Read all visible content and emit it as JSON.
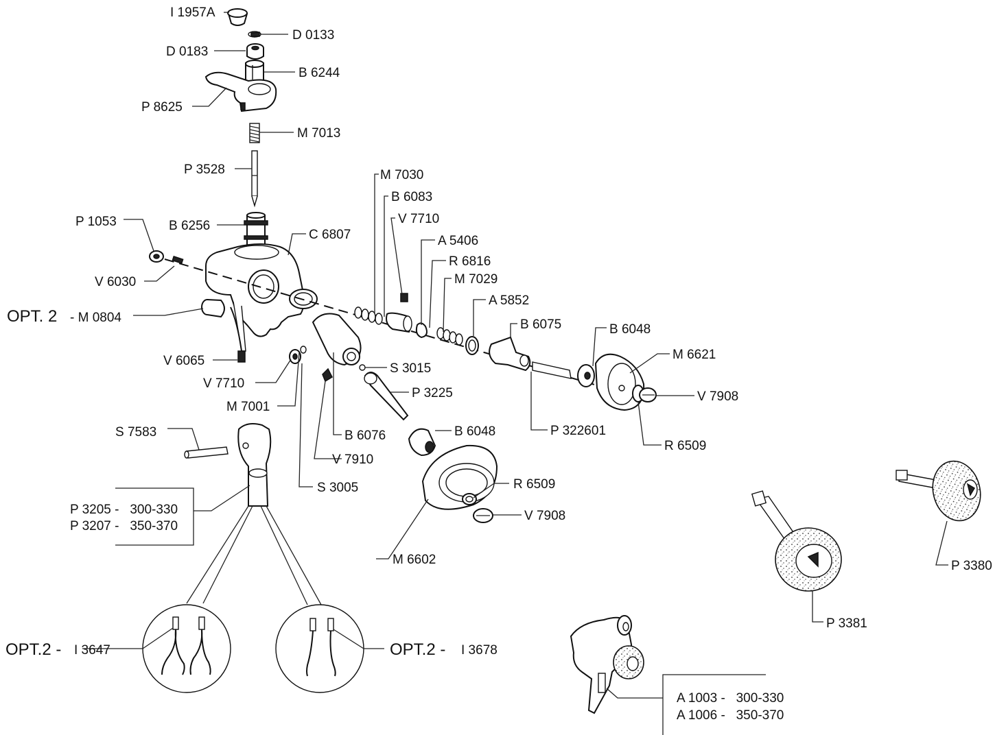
{
  "labels": {
    "i1957a": "I 1957A",
    "d0133": "D 0133",
    "d0183": "D 0183",
    "b6244": "B 6244",
    "p8625": "P 8625",
    "m7013": "M 7013",
    "p3528": "P 3528",
    "m7030": "M 7030",
    "b6083": "B 6083",
    "p1053": "P 1053",
    "b6256": "B 6256",
    "v7710_top": "V 7710",
    "c6807": "C 6807",
    "a5406": "A 5406",
    "r6816": "R 6816",
    "v6030": "V 6030",
    "m7029": "M 7029",
    "a5852": "A 5852",
    "opt2_m0804_prefix": "OPT. 2",
    "m0804": "- M 0804",
    "b6075": "B 6075",
    "b6048_top": "B 6048",
    "m6621": "M 6621",
    "v6065": "V 6065",
    "s3015": "S 3015",
    "v7710_mid": "V 7710",
    "p3225": "P 3225",
    "v7908_top": "V 7908",
    "m7001": "M 7001",
    "p322601": "P 322601",
    "r6509_top": "R 6509",
    "s7583": "S 7583",
    "b6076": "B 6076",
    "b6048_mid": "B 6048",
    "v7910": "V 7910",
    "s3005": "S 3005",
    "r6509_mid": "R 6509",
    "p3205": "P 3205 -   300-330",
    "p3207": "P 3207 -   350-370",
    "v7908_mid": "V 7908",
    "m6602": "M 6602",
    "p3380": "P 3380",
    "p3381": "P 3381",
    "opt2_left": "OPT.2 -",
    "i3647": "I 3647",
    "opt2_right": "OPT.2 -",
    "i3678": "I 3678",
    "a1003": "A 1003 -   300-330",
    "a1006": "A 1006 -   350-370"
  }
}
